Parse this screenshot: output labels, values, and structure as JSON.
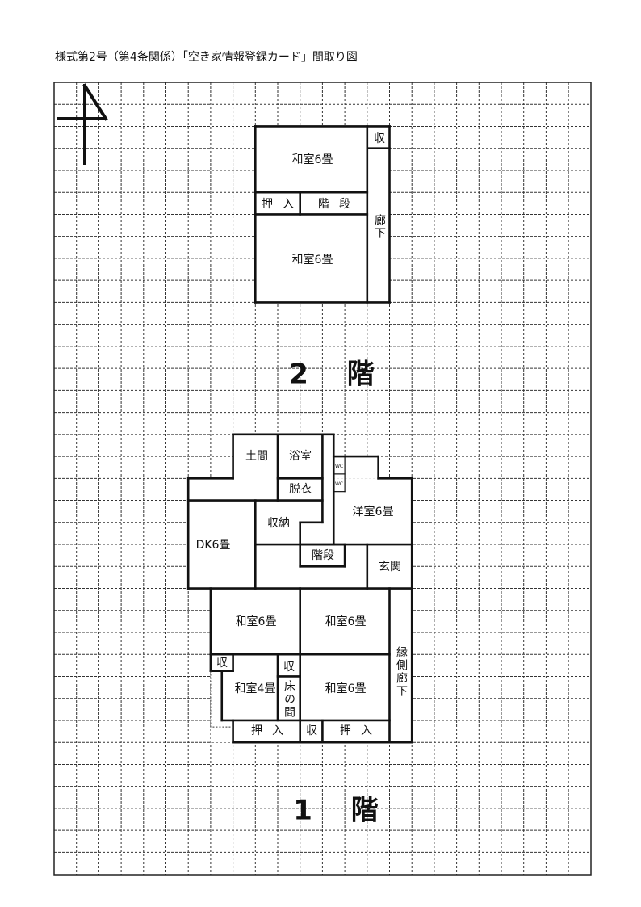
{
  "title": "様式第2号（第4条関係）「空き家情報登録カード」間取り図",
  "floor2": {
    "label": "2 階",
    "rooms": {
      "closet": "収",
      "washitsu_north": "和室6畳",
      "oshiire": "押入",
      "stairs": "階段",
      "corridor": "廊下",
      "washitsu_south": "和室6畳"
    }
  },
  "floor1": {
    "label": "1 階",
    "rooms": {
      "doma": "土間",
      "bathroom": "浴室",
      "dressing": "脱衣",
      "wc1": "WC",
      "wc2": "WC",
      "youshitsu": "洋室6畳",
      "storage": "収納",
      "dk": "DK6畳",
      "stairs": "階段",
      "entrance": "玄関",
      "washitsu_nw": "和室6畳",
      "washitsu_ne": "和室6畳",
      "engawa": "縁側廊下",
      "closet_w": "収",
      "closet_mid": "収",
      "tokonoma": "床の間",
      "washitsu_4": "和室4畳",
      "washitsu_se": "和室6畳",
      "oshiire_w": "押入",
      "closet_s": "収",
      "oshiire_e": "押入"
    }
  }
}
